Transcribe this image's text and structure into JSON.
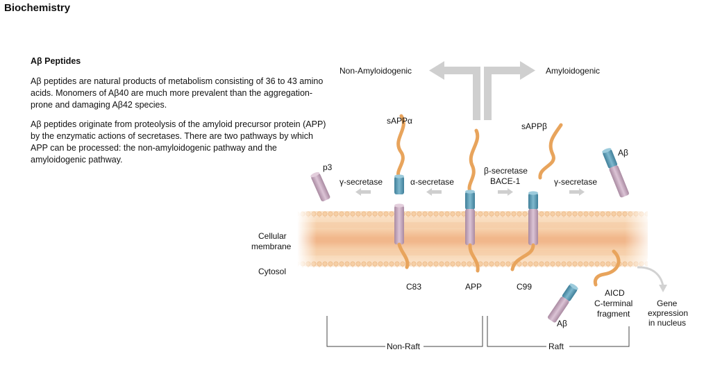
{
  "title": "Biochemistry",
  "panel": {
    "heading": "Aβ Peptides",
    "para1": "Aβ peptides are natural products of metabolism consisting of 36 to 43 amino acids. Monomers of Aβ40 are much more prevalent than the aggregation-prone and damaging Aβ42 species.",
    "para2": "Aβ peptides originate from proteolysis of the amyloid precursor protein (APP) by the enzymatic actions of secretases. There are two pathways by which APP can be processed: the non-amyloidogenic pathway and the amyloidogenic pathway."
  },
  "diagram": {
    "pathway_left": "Non-Amyloidogenic",
    "pathway_right": "Amyloidogenic",
    "membrane_label": [
      "Cellular",
      "membrane"
    ],
    "cytosol_label": "Cytosol",
    "sappa": "sAPPα",
    "sappb": "sAPPβ",
    "p3": "p3",
    "abeta_top": "Aβ",
    "abeta_bottom": "Aβ",
    "gamma_left": "γ-secretase",
    "alpha": "α-secretase",
    "beta": [
      "β-secretase",
      "BACE-1"
    ],
    "gamma_right": "γ-secretase",
    "c83": "C83",
    "app": "APP",
    "c99": "C99",
    "aicd": [
      "AICD",
      "C-terminal",
      "fragment"
    ],
    "gene": [
      "Gene",
      "expression",
      "in nucleus"
    ],
    "nonraft": "Non-Raft",
    "raft": "Raft"
  },
  "colors": {
    "peptide_orange": "#E8A45C",
    "stub_blue": "#5B9CB6",
    "stub_pink": "#C6A6BD",
    "arrow_gray": "#CFCFCF",
    "membrane_peach": "#F4C89E"
  }
}
